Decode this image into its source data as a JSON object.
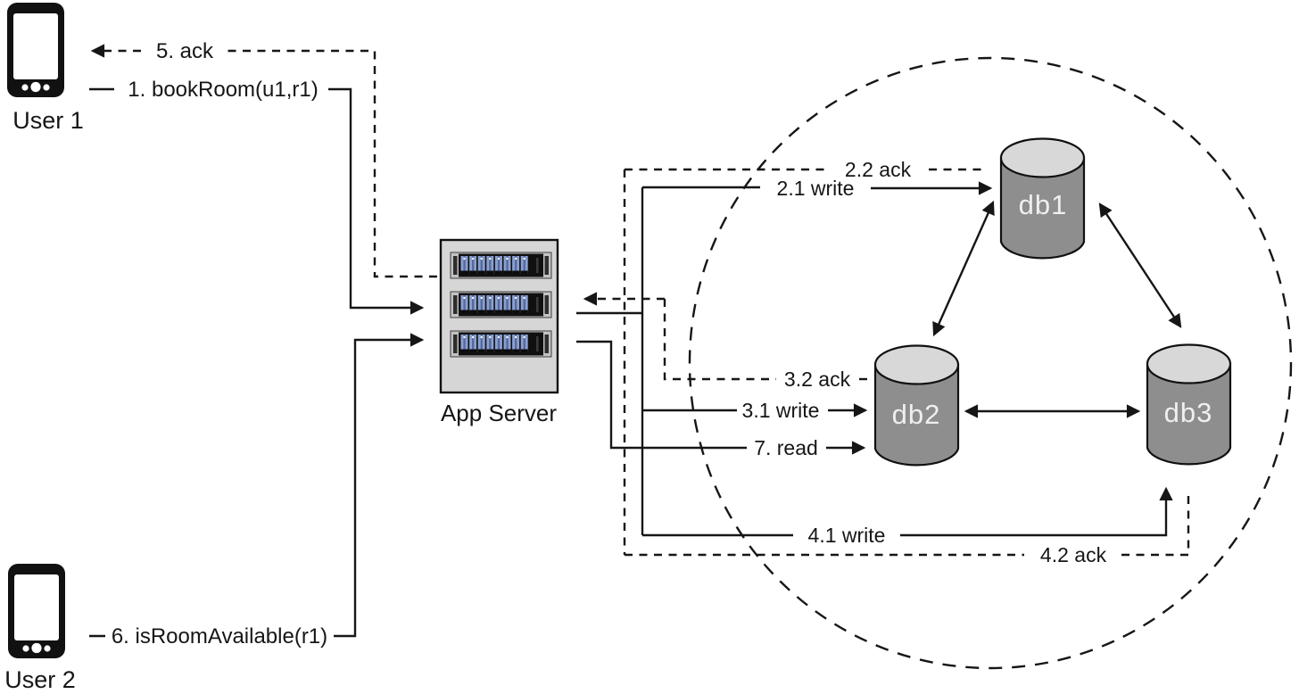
{
  "nodes": {
    "user1": {
      "label": "User 1"
    },
    "user2": {
      "label": "User 2"
    },
    "app_server": {
      "label": "App Server"
    },
    "db1": {
      "label": "db1"
    },
    "db2": {
      "label": "db2"
    },
    "db3": {
      "label": "db3"
    }
  },
  "messages": {
    "book_room": "1. bookRoom(u1,r1)",
    "write_db1": "2.1 write",
    "ack_db1": "2.2 ack",
    "write_db2": "3.1 write",
    "ack_db2": "3.2 ack",
    "write_db3": "4.1 write",
    "ack_db3": "4.2 ack",
    "ack_user1": "5. ack",
    "is_room_available": "6. isRoomAvailable(r1)",
    "read_db2": "7. read"
  },
  "colors": {
    "background": "#ffffff",
    "line": "#161616",
    "cylinder_body": "#8e8e8e",
    "cylinder_top": "#d8d8d8",
    "cylinder_label": "#efefef",
    "server_box": "#d6d6d6",
    "server_unit_frame": "#c2c2c2",
    "server_unit_dark": "#101010",
    "server_module_blue": "#8ba0cf",
    "phone": "#111111"
  }
}
